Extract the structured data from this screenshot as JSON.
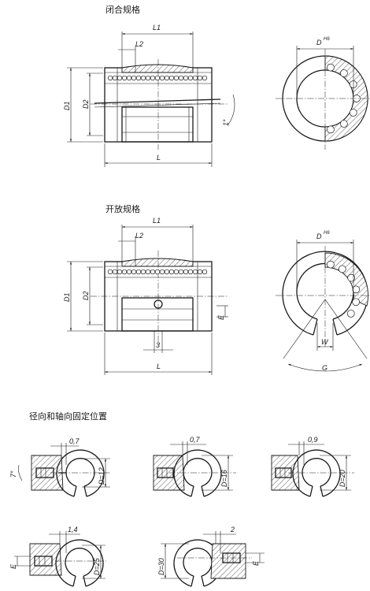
{
  "titles": {
    "closed": "闭合规格",
    "open": "开放规格",
    "fixing": "径向和轴向固定位置"
  },
  "closed_view": {
    "L1": "L1",
    "L2": "L2",
    "L": "L",
    "D1": "D1",
    "D2": "D2",
    "angle": "1°",
    "D_main": "D",
    "D_sup": "H6"
  },
  "open_view": {
    "L1": "L1",
    "L2": "L2",
    "L": "L",
    "D1": "D1",
    "D2": "D2",
    "E": "E",
    "three": "3",
    "D_main": "D",
    "D_sup": "H6",
    "W": "W",
    "G": "G"
  },
  "fixing_views": [
    {
      "top": "0,7",
      "side": "D=12",
      "angle": "7°"
    },
    {
      "top": "0,7",
      "side": "D=16"
    },
    {
      "top": "0,9",
      "side": "D=20"
    },
    {
      "top": "1,4",
      "side": "D=25",
      "left": "E"
    },
    {
      "top": "2",
      "side": "E",
      "left": "D=30"
    }
  ]
}
